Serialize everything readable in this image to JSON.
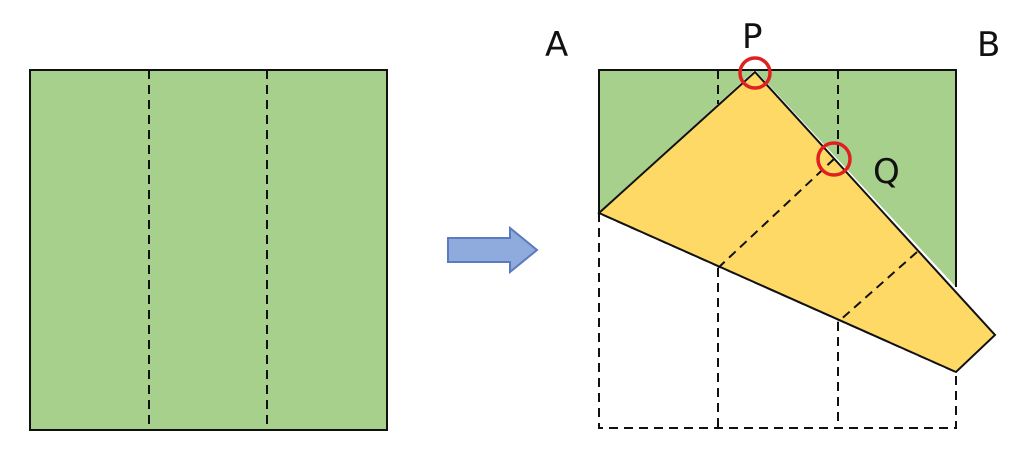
{
  "labels": {
    "a": "A",
    "p": "P",
    "b": "B",
    "q": "Q"
  },
  "colors": {
    "green": "#a8d08d",
    "yellow": "#ffd966",
    "arrow": "#8faadc",
    "circle": "#e02020",
    "line": "#111111"
  },
  "icons": {
    "arrow": "right-block-arrow-icon"
  }
}
